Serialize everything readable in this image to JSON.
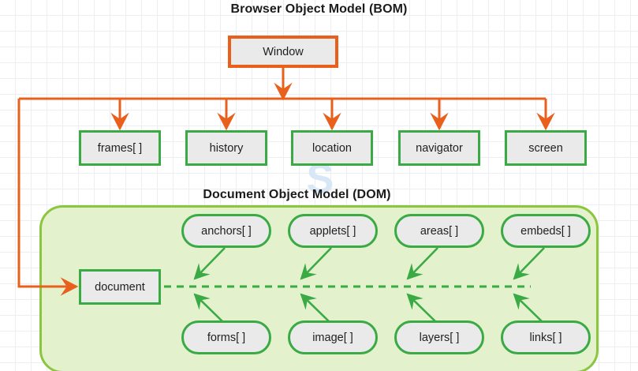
{
  "diagram": {
    "type": "hierarchy",
    "sections": {
      "bom": {
        "title": "Browser Object Model (BOM)",
        "root": {
          "label": "Window",
          "border_color": "#e8601c",
          "fill": "#eaeaea"
        },
        "children": [
          {
            "label": "frames[ ]"
          },
          {
            "label": "history"
          },
          {
            "label": "location"
          },
          {
            "label": "navigator"
          },
          {
            "label": "screen"
          }
        ]
      },
      "dom": {
        "title": "Document Object Model (DOM)",
        "container_fill": "#e4f1cd",
        "container_border": "#8cc63f",
        "root": {
          "label": "document",
          "border_color": "#3aaa45",
          "fill": "#eaeaea"
        },
        "top_children": [
          {
            "label": "anchors[ ]"
          },
          {
            "label": "applets[ ]"
          },
          {
            "label": "areas[ ]"
          },
          {
            "label": "embeds[ ]"
          }
        ],
        "bottom_children": [
          {
            "label": "forms[ ]"
          },
          {
            "label": "image[ ]"
          },
          {
            "label": "layers[ ]"
          },
          {
            "label": "links[ ]"
          }
        ]
      }
    },
    "colors": {
      "connector_orange": "#e8601c",
      "connector_green": "#3aaa45",
      "node_fill": "#eaeaea",
      "grid_line": "#eceef1",
      "text": "#1f1f1f"
    }
  }
}
